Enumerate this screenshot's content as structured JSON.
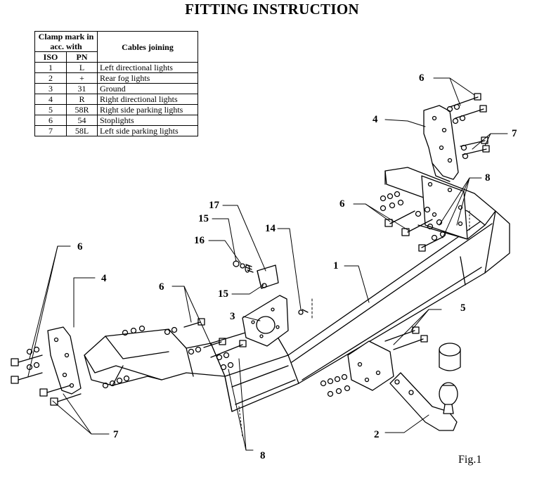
{
  "title": "FITTING INSTRUCTION",
  "table": {
    "header_clamp": "Clamp mark in acc. with",
    "header_cables": "Cables joining",
    "header_iso": "ISO",
    "header_pn": "PN",
    "rows": [
      {
        "iso": "1",
        "pn": "L",
        "cable": "Left directional lights"
      },
      {
        "iso": "2",
        "pn": "+",
        "cable": "Rear fog lights"
      },
      {
        "iso": "3",
        "pn": "31",
        "cable": "Ground"
      },
      {
        "iso": "4",
        "pn": "R",
        "cable": "Right directional lights"
      },
      {
        "iso": "5",
        "pn": "58R",
        "cable": "Right side parking lights"
      },
      {
        "iso": "6",
        "pn": "54",
        "cable": "Stoplights"
      },
      {
        "iso": "7",
        "pn": "58L",
        "cable": "Left side parking lights"
      }
    ]
  },
  "part_labels": {
    "right_bolts_top": "6",
    "right_bracket": "4",
    "right_bolts_side": "7",
    "right_nuts": "8",
    "right_bolts_mid": "6",
    "crossbar": "1",
    "socket_bolt": "14",
    "socket_nut": "17",
    "socket_washer_top": "15",
    "socket_spring": "16",
    "socket_washer_mid": "15",
    "socket_plate": "3",
    "left_bolts_top": "6",
    "left_bracket": "4",
    "center_bolts": "6",
    "ball_bolts": "5",
    "ball_arm": "2",
    "left_bolts_bottom": "7",
    "center_nuts": "8"
  },
  "figure_label": "Fig.1"
}
